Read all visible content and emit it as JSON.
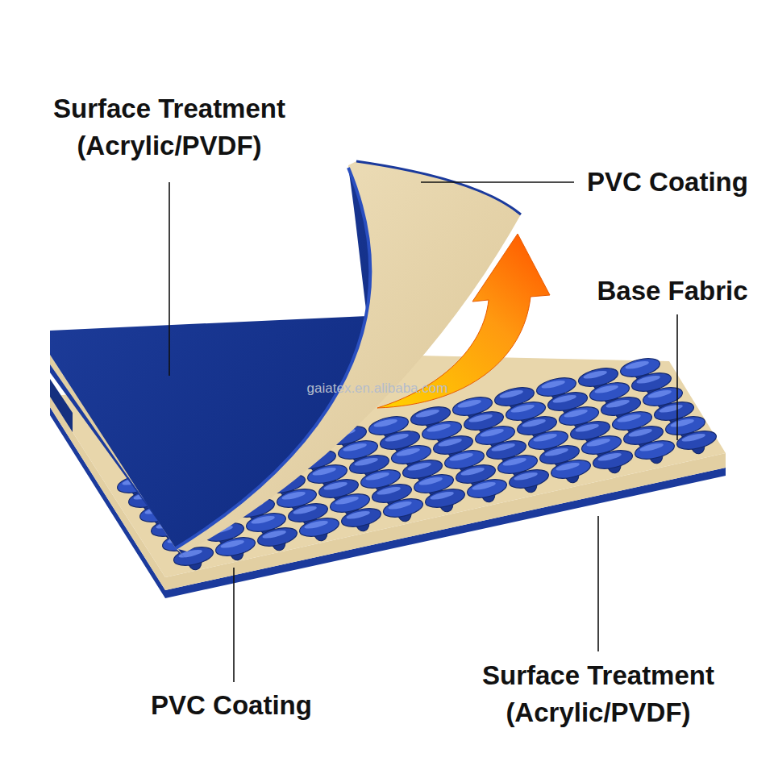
{
  "diagram": {
    "labels": [
      "Surface Treatment (Acrylic/PVDF)",
      "PVC Coating",
      "Base Fabric",
      "gaiatex.en.alibaba.com",
      "PVC Coating",
      "Surface Treatment (Acrylic/PVDF)"
    ]
  }
}
